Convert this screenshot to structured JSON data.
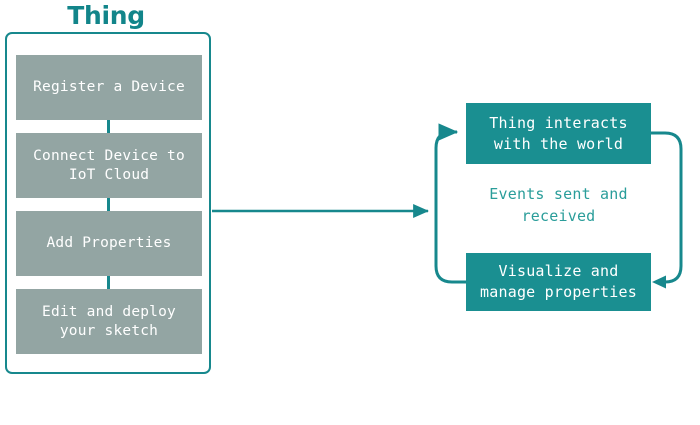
{
  "diagram": {
    "title": "Thing",
    "accent_color": "#17888d",
    "box_gray_color": "#93a5a3",
    "box_teal_color": "#1a8f91",
    "caption_color": "#2a9d9a",
    "background_color": "#ffffff",
    "thing_steps": [
      {
        "label": "Register a Device"
      },
      {
        "label": "Connect Device to IoT Cloud"
      },
      {
        "label": "Add Properties"
      },
      {
        "label": "Edit and deploy your sketch"
      }
    ],
    "cycle": {
      "top_box": "Thing interacts with the world",
      "caption": "Events sent and received",
      "bottom_box": "Visualize and manage properties"
    },
    "arrows": {
      "thing_to_cycle": "arrow-right",
      "cycle_left": "arrow-up-to-top-box",
      "cycle_right": "arrow-down-to-bottom-box"
    }
  }
}
